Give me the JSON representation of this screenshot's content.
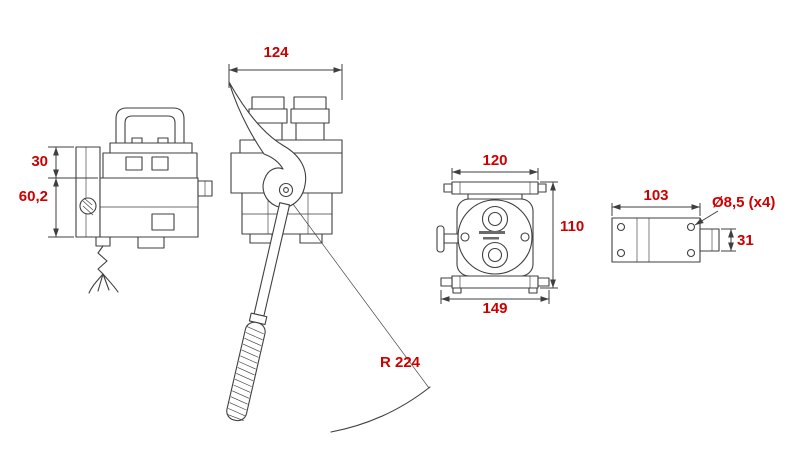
{
  "drawing": {
    "colors": {
      "dimension_text": "#cc0000",
      "linework": "#3f3f3f",
      "background": "#ffffff"
    },
    "views": {
      "side": {
        "dims": {
          "upper_height": "30",
          "lower_height": "60,2"
        }
      },
      "lever": {
        "dims": {
          "top_width": "124",
          "swing_radius": "R 224"
        }
      },
      "front": {
        "dims": {
          "top_width": "120",
          "height": "110",
          "bottom_width": "149"
        }
      },
      "plan": {
        "dims": {
          "width": "103",
          "hole_note": "Ø8,5 (x4)",
          "side_depth": "31"
        }
      }
    }
  }
}
